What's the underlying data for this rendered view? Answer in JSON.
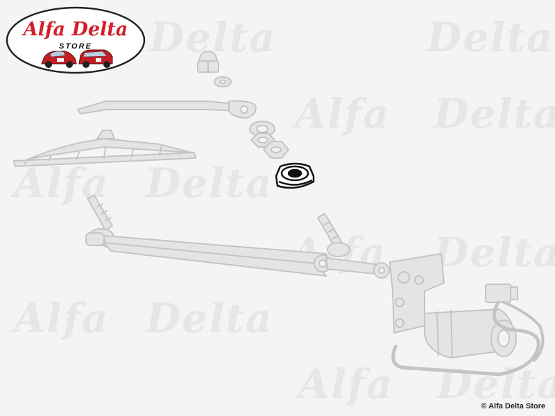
{
  "logo": {
    "brand": "Alfa Delta",
    "store": "STORE",
    "colors": {
      "brand_red": "#d2202a",
      "ellipse_border": "#222222",
      "car_red": "#c41e25"
    }
  },
  "watermark": {
    "left": "Alfa",
    "right": "Delta"
  },
  "diagram": {
    "subject": "windshield wiper linkage assembly",
    "highlighted_part": "spindle nut cap (bushing)",
    "colors": {
      "part_line": "#c4c4c4",
      "part_fill": "#e4e4e4",
      "highlight": "#111111"
    }
  },
  "copyright": "© Alfa Delta Store"
}
